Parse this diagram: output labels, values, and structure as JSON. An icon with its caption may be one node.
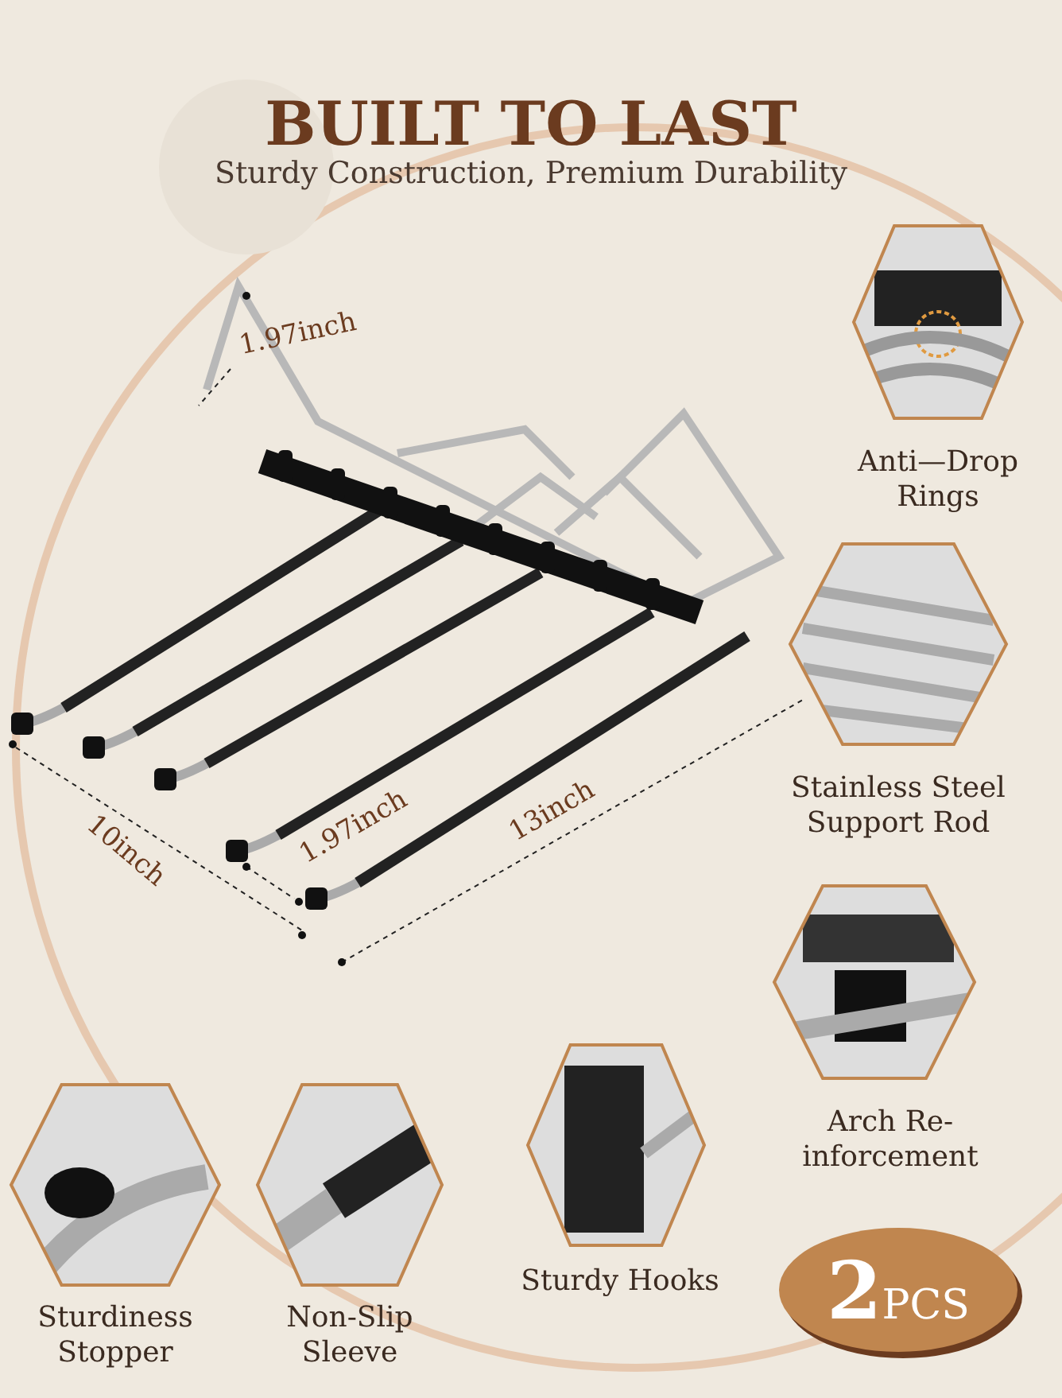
{
  "diagram": {
    "title": "BUILT TO LAST",
    "nodes": [
      {
        "text": [
          "Anti—Drop Rings"
        ]
      },
      {
        "text": [
          "Stainless Steel Support Rod"
        ]
      },
      {
        "text": [
          "Arch Re- inforcement"
        ]
      },
      {
        "text": [
          "Sturdiness Stopper"
        ]
      },
      {
        "text": [
          "Non-Slip Sleeve"
        ]
      },
      {
        "text": [
          "Sturdy Hooks"
        ]
      },
      {
        "text": [
          "2PCS"
        ]
      }
    ],
    "edges": [],
    "labels": [
      "Sturdy Construction, Premium Durability",
      "1.97inch",
      "10inch",
      "1.97inch",
      "13inch"
    ]
  }
}
